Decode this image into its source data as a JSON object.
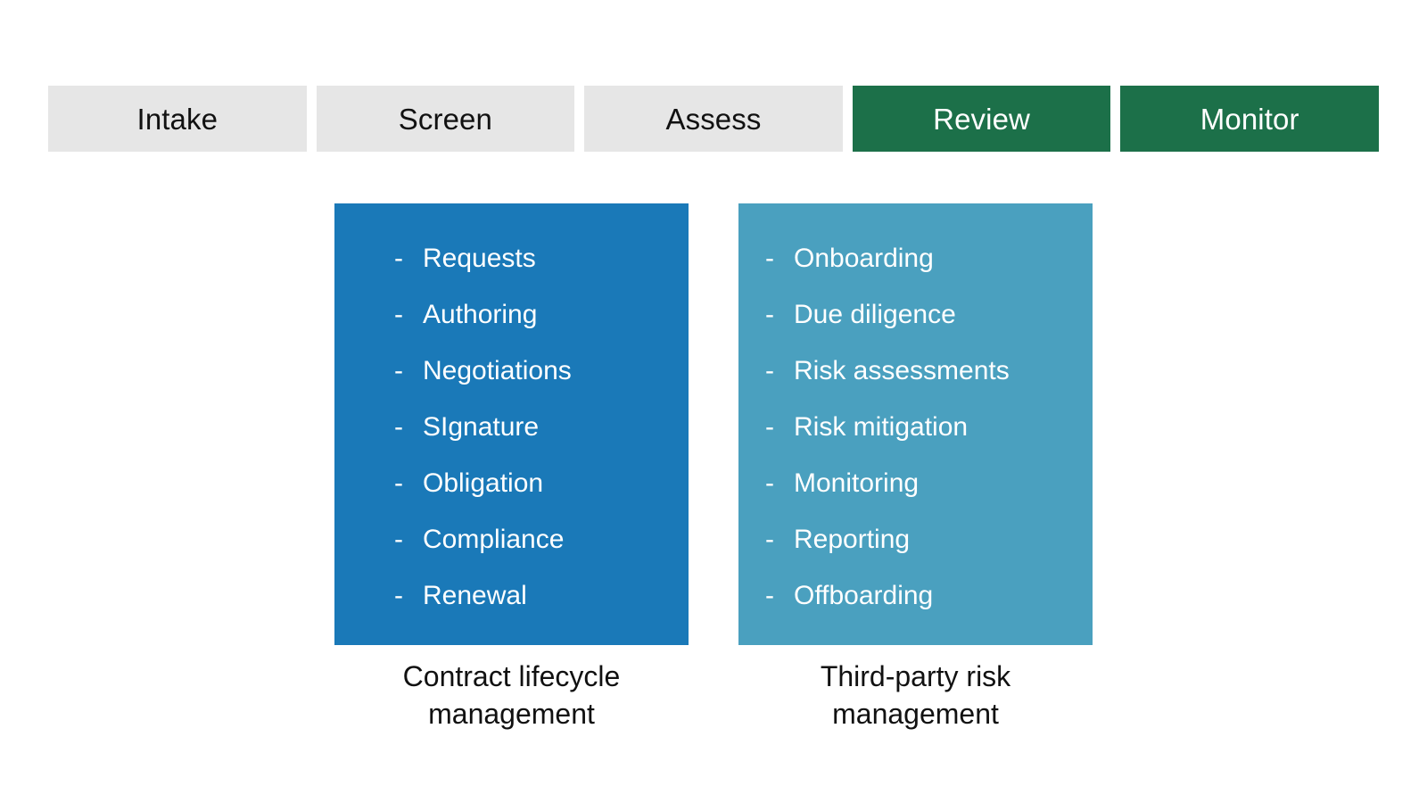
{
  "colors": {
    "stage_inactive_bg": "#e6e6e6",
    "stage_active_bg": "#1c7049",
    "panel_clm_bg": "#1a79b8",
    "panel_tprm_bg": "#4aa0bf",
    "text_dark": "#111111",
    "text_light": "#ffffff"
  },
  "stages": [
    {
      "label": "Intake",
      "state": "inactive"
    },
    {
      "label": "Screen",
      "state": "inactive"
    },
    {
      "label": "Assess",
      "state": "inactive"
    },
    {
      "label": "Review",
      "state": "active"
    },
    {
      "label": "Monitor",
      "state": "active"
    }
  ],
  "panels": [
    {
      "key": "clm",
      "caption": "Contract lifecycle\nmanagement",
      "bullet": "-",
      "items": [
        "Requests",
        "Authoring",
        "Negotiations",
        "SIgnature",
        "Obligation",
        "Compliance",
        "Renewal"
      ]
    },
    {
      "key": "tprm",
      "caption": "Third-party risk\nmanagement",
      "bullet": "-",
      "items": [
        "Onboarding",
        "Due diligence",
        "Risk assessments",
        "Risk mitigation",
        "Monitoring",
        "Reporting",
        "Offboarding"
      ]
    }
  ]
}
